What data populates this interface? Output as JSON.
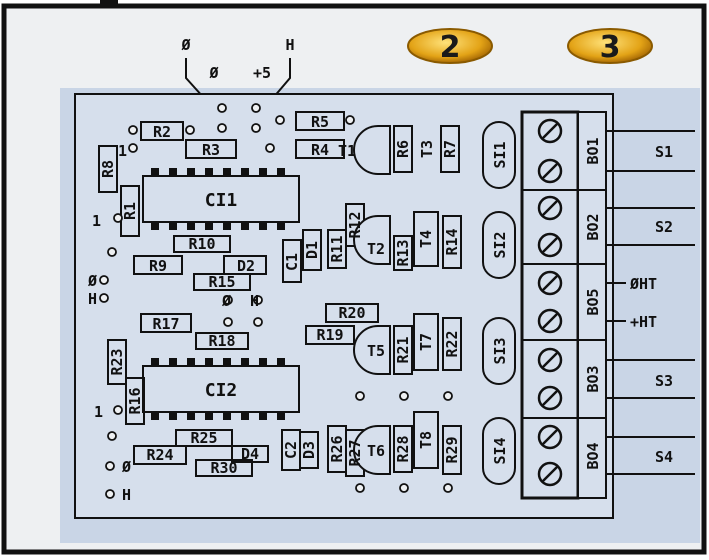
{
  "badges": [
    "2",
    "3"
  ],
  "top_labels": {
    "left": "Ø",
    "right": "H",
    "mid_left": "Ø",
    "mid_right": "+5"
  },
  "side_labels": {
    "zero_left": "Ø",
    "h_left": "H",
    "zero_mid": "Ø",
    "h_mid": "H",
    "one_top": "1",
    "one_mid": "1",
    "one_bot": "1",
    "zero_bot": "Ø",
    "h_bot": "H"
  },
  "components": {
    "R2": "R2",
    "R3": "R3",
    "R4": "R4",
    "R5": "R5",
    "R6": "R6",
    "R7": "R7",
    "R8": "R8",
    "R1": "R1",
    "R9": "R9",
    "R10": "R10",
    "R11": "R11",
    "R12": "R12",
    "R13": "R13",
    "R14": "R14",
    "R15": "R15",
    "R16": "R16",
    "R17": "R17",
    "R18": "R18",
    "R19": "R19",
    "R20": "R20",
    "R21": "R21",
    "R22": "R22",
    "R23": "R23",
    "R24": "R24",
    "R25": "R25",
    "R26": "R26",
    "R27": "R27",
    "R28": "R28",
    "R29": "R29",
    "R30": "R30",
    "CI1": "CI1",
    "CI2": "CI2",
    "T1": "T1",
    "T2": "T2",
    "T3": "T3",
    "T4": "T4",
    "T5": "T5",
    "T6": "T6",
    "T7": "T7",
    "T8": "T8",
    "D1": "D1",
    "D2": "D2",
    "D3": "D3",
    "D4": "D4",
    "C1": "C1",
    "C2": "C2",
    "SI1": "SI1",
    "SI2": "SI2",
    "SI3": "SI3",
    "SI4": "SI4",
    "BO1": "BO1",
    "BO2": "BO2",
    "BO5": "BO5",
    "BO3": "BO3",
    "BO4": "BO4"
  },
  "outputs": [
    "S1",
    "S2",
    "ØHT",
    "+HT",
    "S3",
    "S4"
  ],
  "colors": {
    "board": "#d6dfec",
    "paper": "#f4f4f2",
    "badge": "#e8b020",
    "ink": "#111111"
  }
}
